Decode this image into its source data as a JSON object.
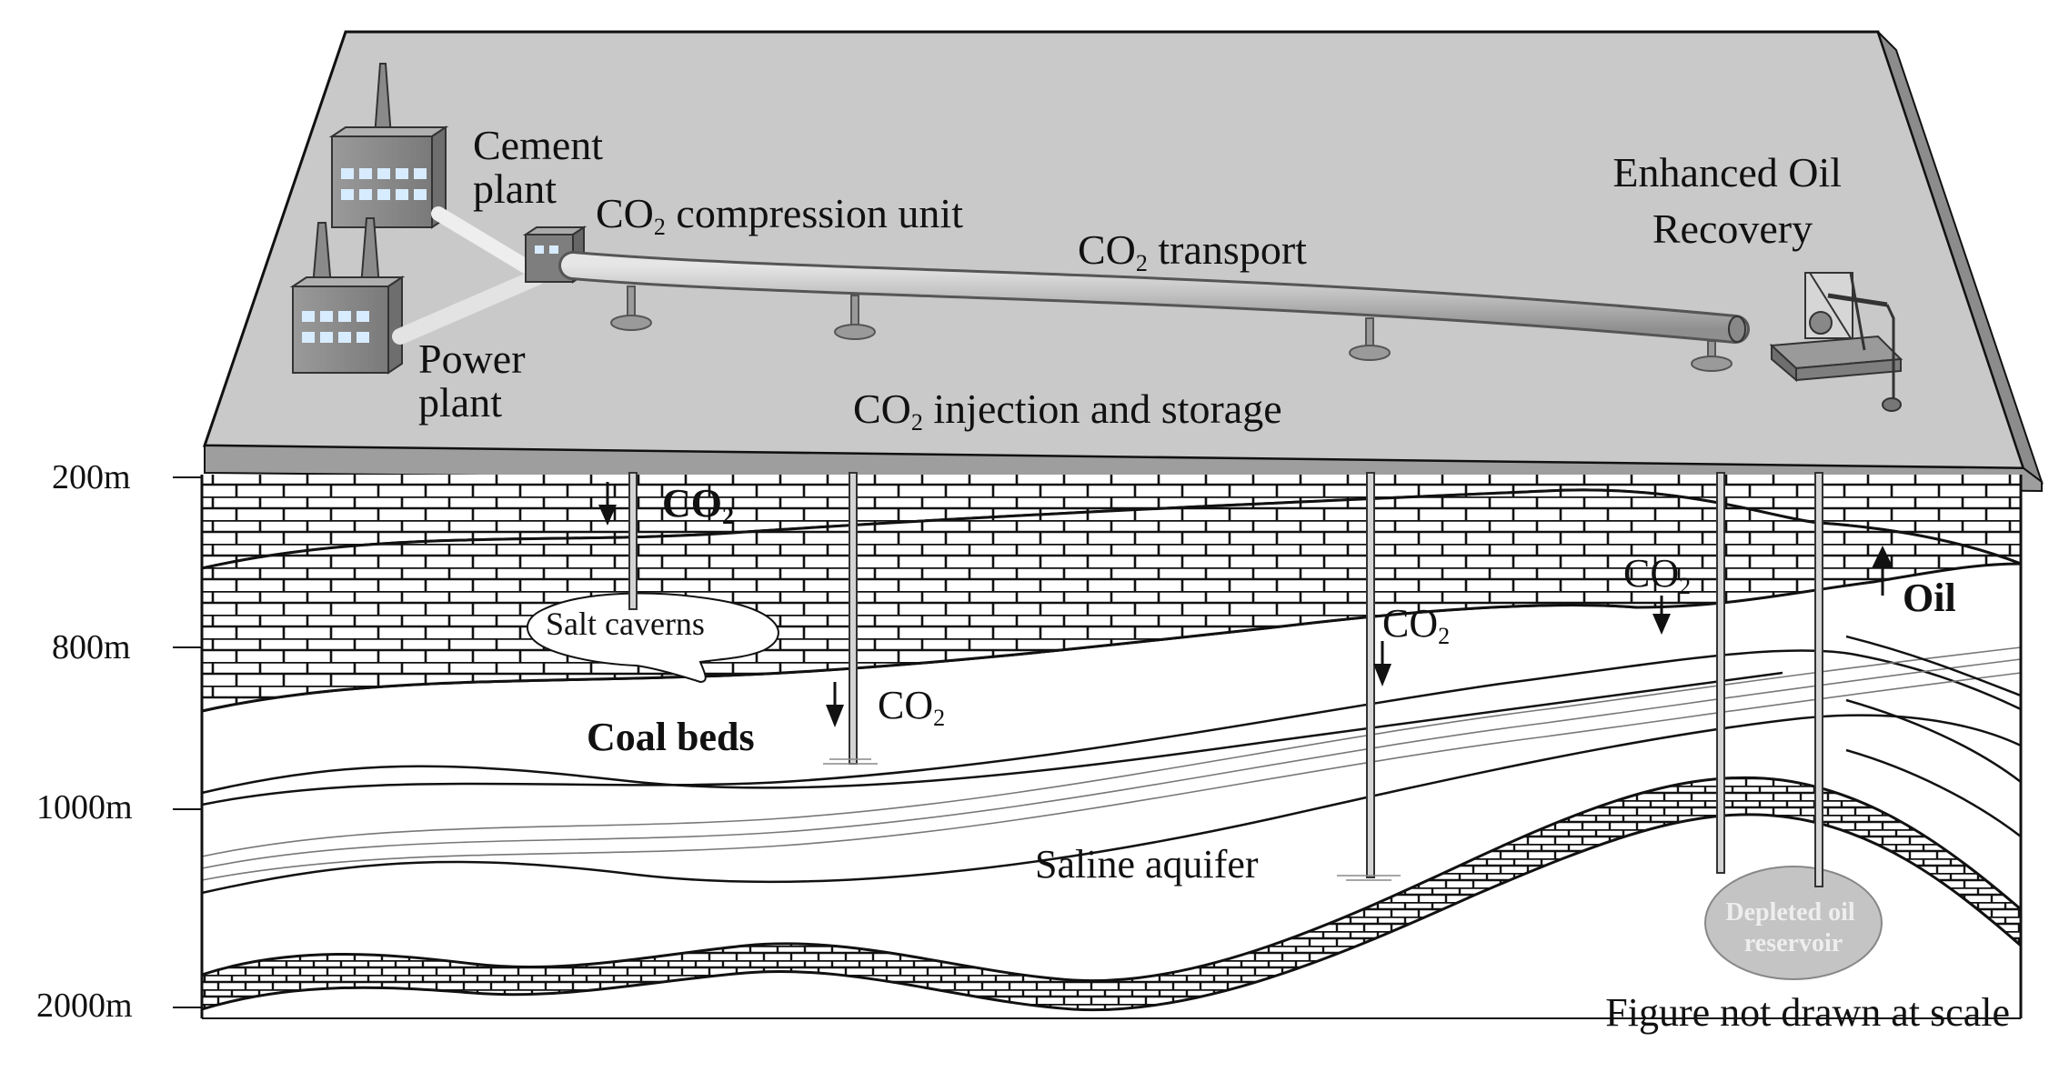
{
  "depth_labels": [
    "200m",
    "800m",
    "1000m",
    "2000m"
  ],
  "surface": {
    "cement_plant": [
      "Cement",
      "plant"
    ],
    "power_plant": [
      "Power",
      "plant"
    ],
    "compression_unit": {
      "prefix": "CO",
      "sub": "2",
      "suffix": " compression unit"
    },
    "transport": {
      "prefix": "CO",
      "sub": "2",
      "suffix": " transport"
    },
    "eor": [
      "Enhanced Oil",
      "Recovery"
    ],
    "injection_storage": {
      "prefix": "CO",
      "sub": "2",
      "suffix": " injection and storage"
    }
  },
  "underground": {
    "co2": {
      "prefix": "CO",
      "sub": "2"
    },
    "salt_caverns": "Salt caverns",
    "coal_beds": "Coal beds",
    "saline_aquifer": "Saline aquifer",
    "depleted_reservoir": [
      "Depleted oil",
      "reservoir"
    ],
    "oil": "Oil",
    "note": "Figure not drawn at scale"
  },
  "colors": {
    "surface_top": "#c9c9c9",
    "surface_edge": "#8c8c8c",
    "pipeline": "#b5b5b5",
    "reservoir": "#c4c4c4",
    "ink": "#111111"
  }
}
